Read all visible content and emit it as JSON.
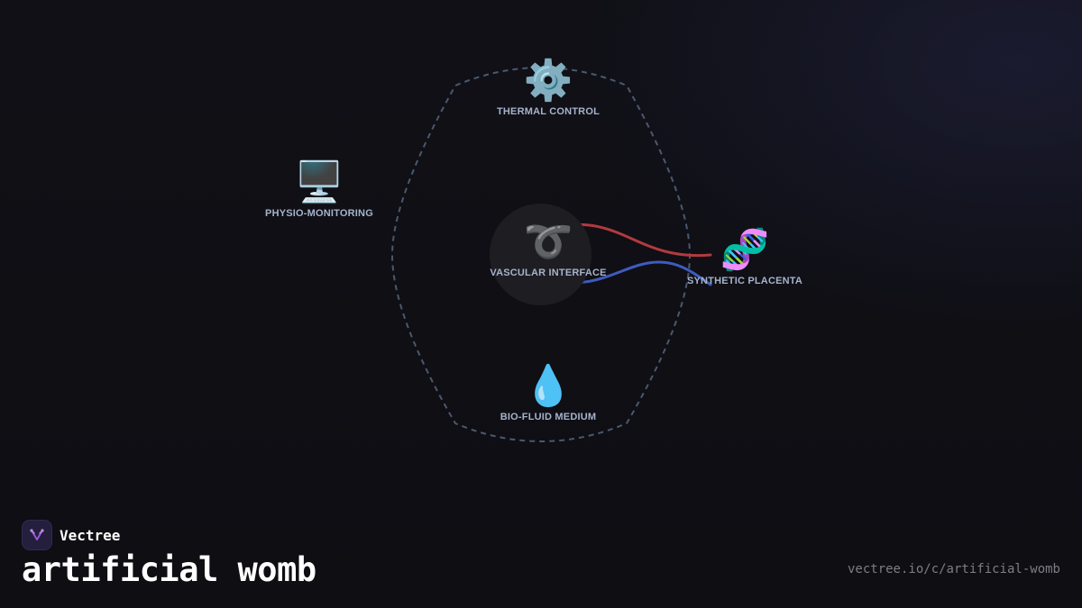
{
  "diagram": {
    "nodes": [
      {
        "id": "thermal",
        "icon": "gear-icon",
        "emoji": "⚙️",
        "label": "THERMAL CONTROL"
      },
      {
        "id": "physio",
        "icon": "monitor-icon",
        "emoji": "🖥️",
        "label": "PHYSIO-MONITORING"
      },
      {
        "id": "vascular",
        "icon": "loop-icon",
        "emoji": "➰",
        "label": "VASCULAR INTERFACE"
      },
      {
        "id": "placenta",
        "icon": "dna-icon",
        "emoji": "🧬",
        "label": "SYNTHETIC PLACENTA"
      },
      {
        "id": "biofluid",
        "icon": "droplet-icon",
        "emoji": "💧",
        "label": "BIO-FLUID MEDIUM"
      }
    ],
    "connections": [
      {
        "from": "vascular",
        "to": "placenta",
        "color": "#b23a3f",
        "kind": "arterial"
      },
      {
        "from": "vascular",
        "to": "placenta",
        "color": "#3f5bbd",
        "kind": "venous"
      }
    ],
    "boundary_color": "#4a5870"
  },
  "footer": {
    "brand_name": "Vectree",
    "title": "artificial womb",
    "url": "vectree.io/c/artificial-womb"
  },
  "colors": {
    "background": "#0f0f14",
    "label": "#a6b3cc",
    "brand_logo_bg": "#231f3d",
    "brand_logo_mark": "#9b5ce0"
  }
}
